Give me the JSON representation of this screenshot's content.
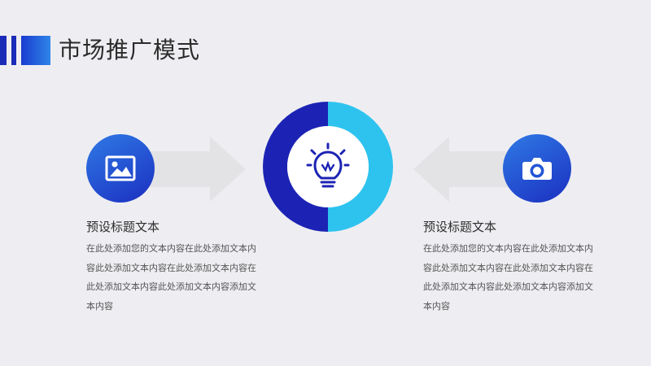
{
  "page": {
    "title": "市场推广模式"
  },
  "left_item": {
    "icon": "image-icon",
    "heading": "预设标题文本",
    "body": "在此处添加您的文本内容在此处添加文本内容此处添加文本内容在此处添加文本内容在此处添加文本内容此处添加文本内容添加文本内容"
  },
  "right_item": {
    "icon": "camera-icon",
    "heading": "预设标题文本",
    "body": "在此处添加您的文本内容在此处添加文本内容此处添加文本内容在此处添加文本内容在此处添加文本内容此处添加文本内容添加文本内容"
  },
  "center": {
    "icon": "lightbulb-icon"
  },
  "colors": {
    "dark_blue": "#1c23b4",
    "light_blue": "#2ec3ee",
    "gradient_start": "#2f7ae6",
    "gradient_end": "#1b2fc0",
    "arrow_gray": "#e3e3e6",
    "background": "#eeeef2"
  }
}
